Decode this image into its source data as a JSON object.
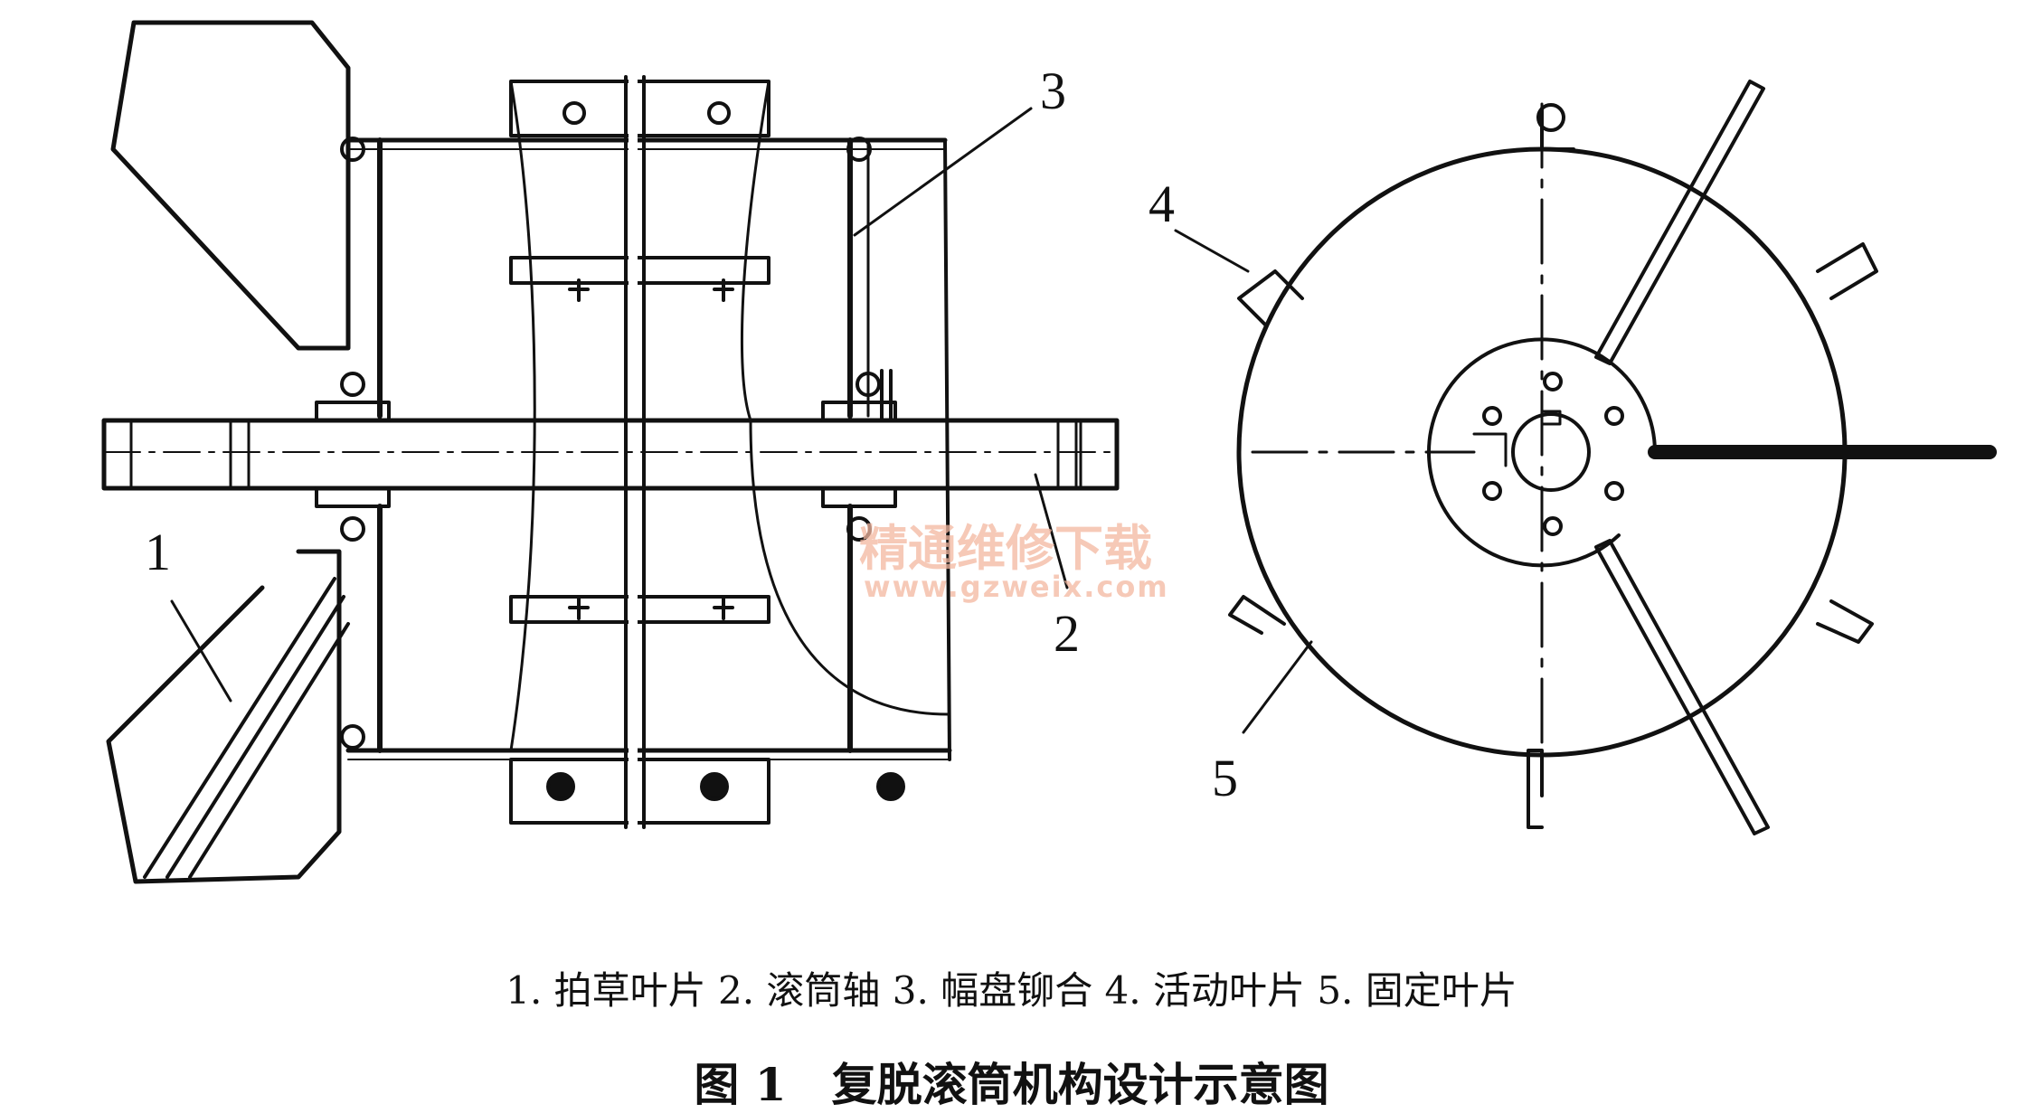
{
  "figure": {
    "callouts": [
      "1",
      "2",
      "3",
      "4",
      "5"
    ],
    "watermark": {
      "line1": "精通维修下载",
      "line2": "www.gzweix.com"
    },
    "legend": "1. 拍草叶片 2. 滚筒轴 3. 幅盘铆合 4. 活动叶片 5. 固定叶片",
    "title": "图 1　复脱滚筒机构设计示意图"
  },
  "colors": {
    "line": "#111111",
    "watermark": "#f3b7a0"
  }
}
